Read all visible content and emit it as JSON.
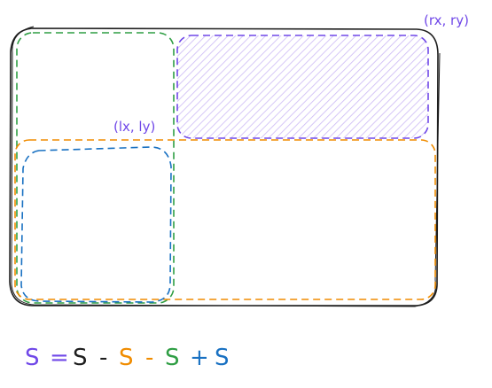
{
  "labels": {
    "rx_ry": "(rx, ry)",
    "lx_ly": "(lx, ly)"
  },
  "formula": {
    "lhs": "S",
    "eq": "=",
    "t1": "S",
    "op1": "-",
    "t2": "S",
    "op2": "-",
    "t3": "S",
    "op3": "+",
    "t4": "S"
  },
  "colors": {
    "outline": "#1e1e1e",
    "purple": "#7048e8",
    "orange": "#f08c00",
    "green": "#2f9e44",
    "blue": "#1971c2",
    "hatch": "#d0bfff"
  }
}
